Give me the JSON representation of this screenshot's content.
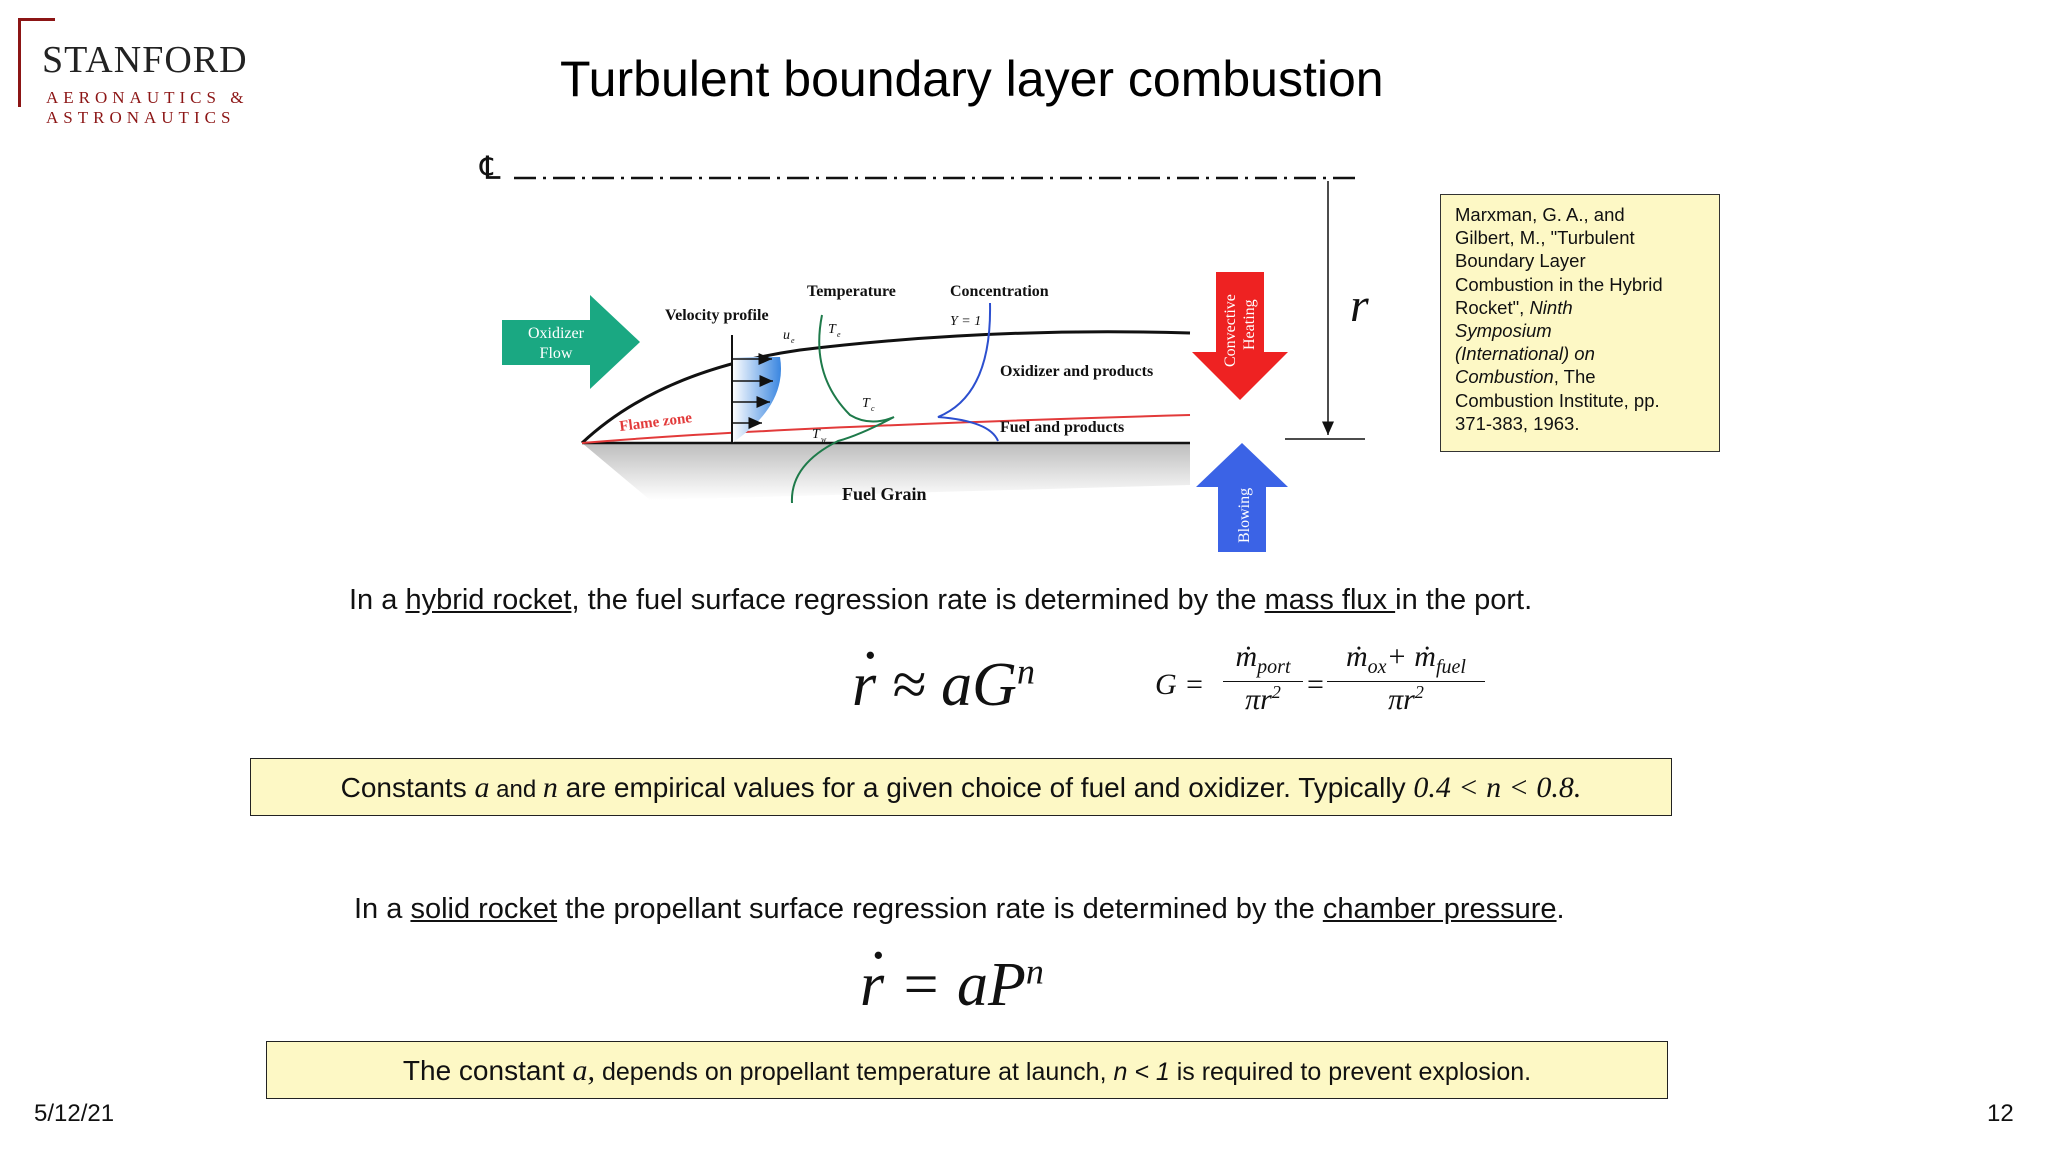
{
  "logo": {
    "title": "STANFORD",
    "line1": "AERONAUTICS &",
    "line2": "ASTRONAUTICS",
    "color": "#8c1515"
  },
  "slide": {
    "title": "Turbulent boundary layer combustion",
    "date": "5/12/21",
    "page_number": "12"
  },
  "diagram": {
    "centerline_symbol": "℄",
    "radius_label": "r",
    "oxidizer_arrow": [
      "Oxidizer",
      "Flow"
    ],
    "velocity_profile": "Velocity profile",
    "u_e": "u",
    "u_e_sub": "e",
    "temperature": "Temperature",
    "concentration": "Concentration",
    "y_equals": "Y = 1",
    "t_e": "T",
    "t_e_sub": "e",
    "t_c": "T",
    "t_c_sub": "c",
    "t_w": "T",
    "t_w_sub": "w",
    "flame_zone": "Flame zone",
    "oxidizer_products": "Oxidizer and products",
    "fuel_products": "Fuel and products",
    "fuel_grain": "Fuel Grain",
    "convective_heating": [
      "Convective",
      "Heating"
    ],
    "blowing": "Blowing",
    "colors": {
      "oxidizer": "#1aa882",
      "heating": "#ee2222",
      "blowing": "#3b63e6",
      "flame": "#e23a3a",
      "temperature_curve": "#1e7a4a",
      "concentration_curve": "#2c4fcf"
    }
  },
  "reference": {
    "line1": "Marxman, G. A., and",
    "line2": "Gilbert, M., \"Turbulent",
    "line3": "Boundary Layer",
    "line4": "Combustion in the Hybrid",
    "line5_plain": "Rocket\", ",
    "line5_italic": "Ninth",
    "line6": "Symposium",
    "line7": "(International) on",
    "line8_italic": "Combustion",
    "line8_plain": ", The",
    "line9": "Combustion Institute, pp.",
    "line10": "371-383, 1963."
  },
  "hybrid": {
    "text_pre": "In a ",
    "link1": "hybrid rocket",
    "text_mid": ", the fuel surface regression rate is determined by the ",
    "link2": "mass flux ",
    "text_post": "in the port.",
    "eq_r": "r",
    "eq_approx": "≈ aG",
    "eq_exp": "n",
    "eq_G": "G =",
    "eq_mport": "ṁ",
    "eq_port_sub": "port",
    "eq_den": "πr",
    "eq_sq": "2",
    "eq_eq": "=",
    "eq_mox": "ṁ",
    "eq_ox_sub": "ox",
    "eq_plus": "+ ṁ",
    "eq_fuel_sub": "fuel"
  },
  "box1": {
    "t1": "Constants ",
    "a": "a",
    "t2": " and ",
    "n": "n",
    "t3": " are empirical values for a given choice of fuel and oxidizer. Typically ",
    "range": "0.4 < n < 0.8."
  },
  "solid": {
    "text_pre": "In a ",
    "link1": "solid rocket",
    "text_mid": " the propellant surface regression rate is determined by the ",
    "link2": "chamber pressure",
    "text_post": ".",
    "eq_r": "r",
    "eq_rest": "= aP",
    "eq_exp": "n"
  },
  "box2": {
    "t1": "The constant ",
    "a": "a,",
    "t2": " depends on propellant temperature at launch, ",
    "n": "n < 1",
    "t3": " is required to prevent explosion."
  }
}
